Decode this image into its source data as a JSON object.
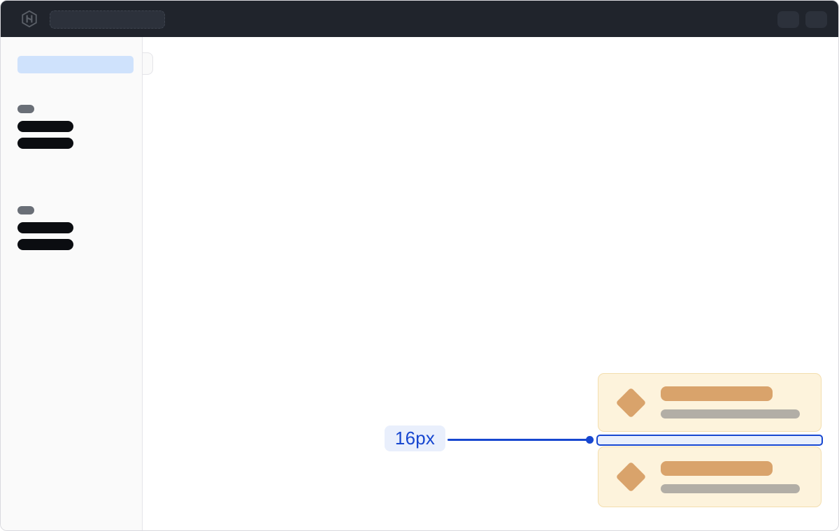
{
  "topbar": {
    "logo_icon": "hashicorp-logo",
    "search_skeleton": "empty-search-placeholder",
    "right_buttons": [
      "help-button-skeleton",
      "user-menu-skeleton"
    ]
  },
  "sidebar": {
    "active_item_skeleton": true,
    "groups": [
      {
        "label_skeleton": true,
        "item_skeletons": 2
      },
      {
        "label_skeleton": true,
        "item_skeletons": 2
      }
    ]
  },
  "cards": [
    {
      "icon": "diamond",
      "title_skeleton": true,
      "subtitle_skeleton": true
    },
    {
      "icon": "diamond",
      "title_skeleton": true,
      "subtitle_skeleton": true
    }
  ],
  "annotation": {
    "label": "16px"
  },
  "colors": {
    "accent_blue": "#1747d0",
    "annotation_bg": "#e9effc",
    "topbar_bg": "#20242c",
    "topbar_pill": "#2c313b",
    "sidebar_bg": "#fafafa",
    "sidebar_active": "#cfe2fc",
    "skeleton_label": "#6a6f77",
    "skeleton_dark": "#0b0d11",
    "card_bg": "#fdf3dc",
    "card_border": "#f3deae",
    "card_accent": "#d9a36b",
    "card_muted": "#b2aea6"
  }
}
